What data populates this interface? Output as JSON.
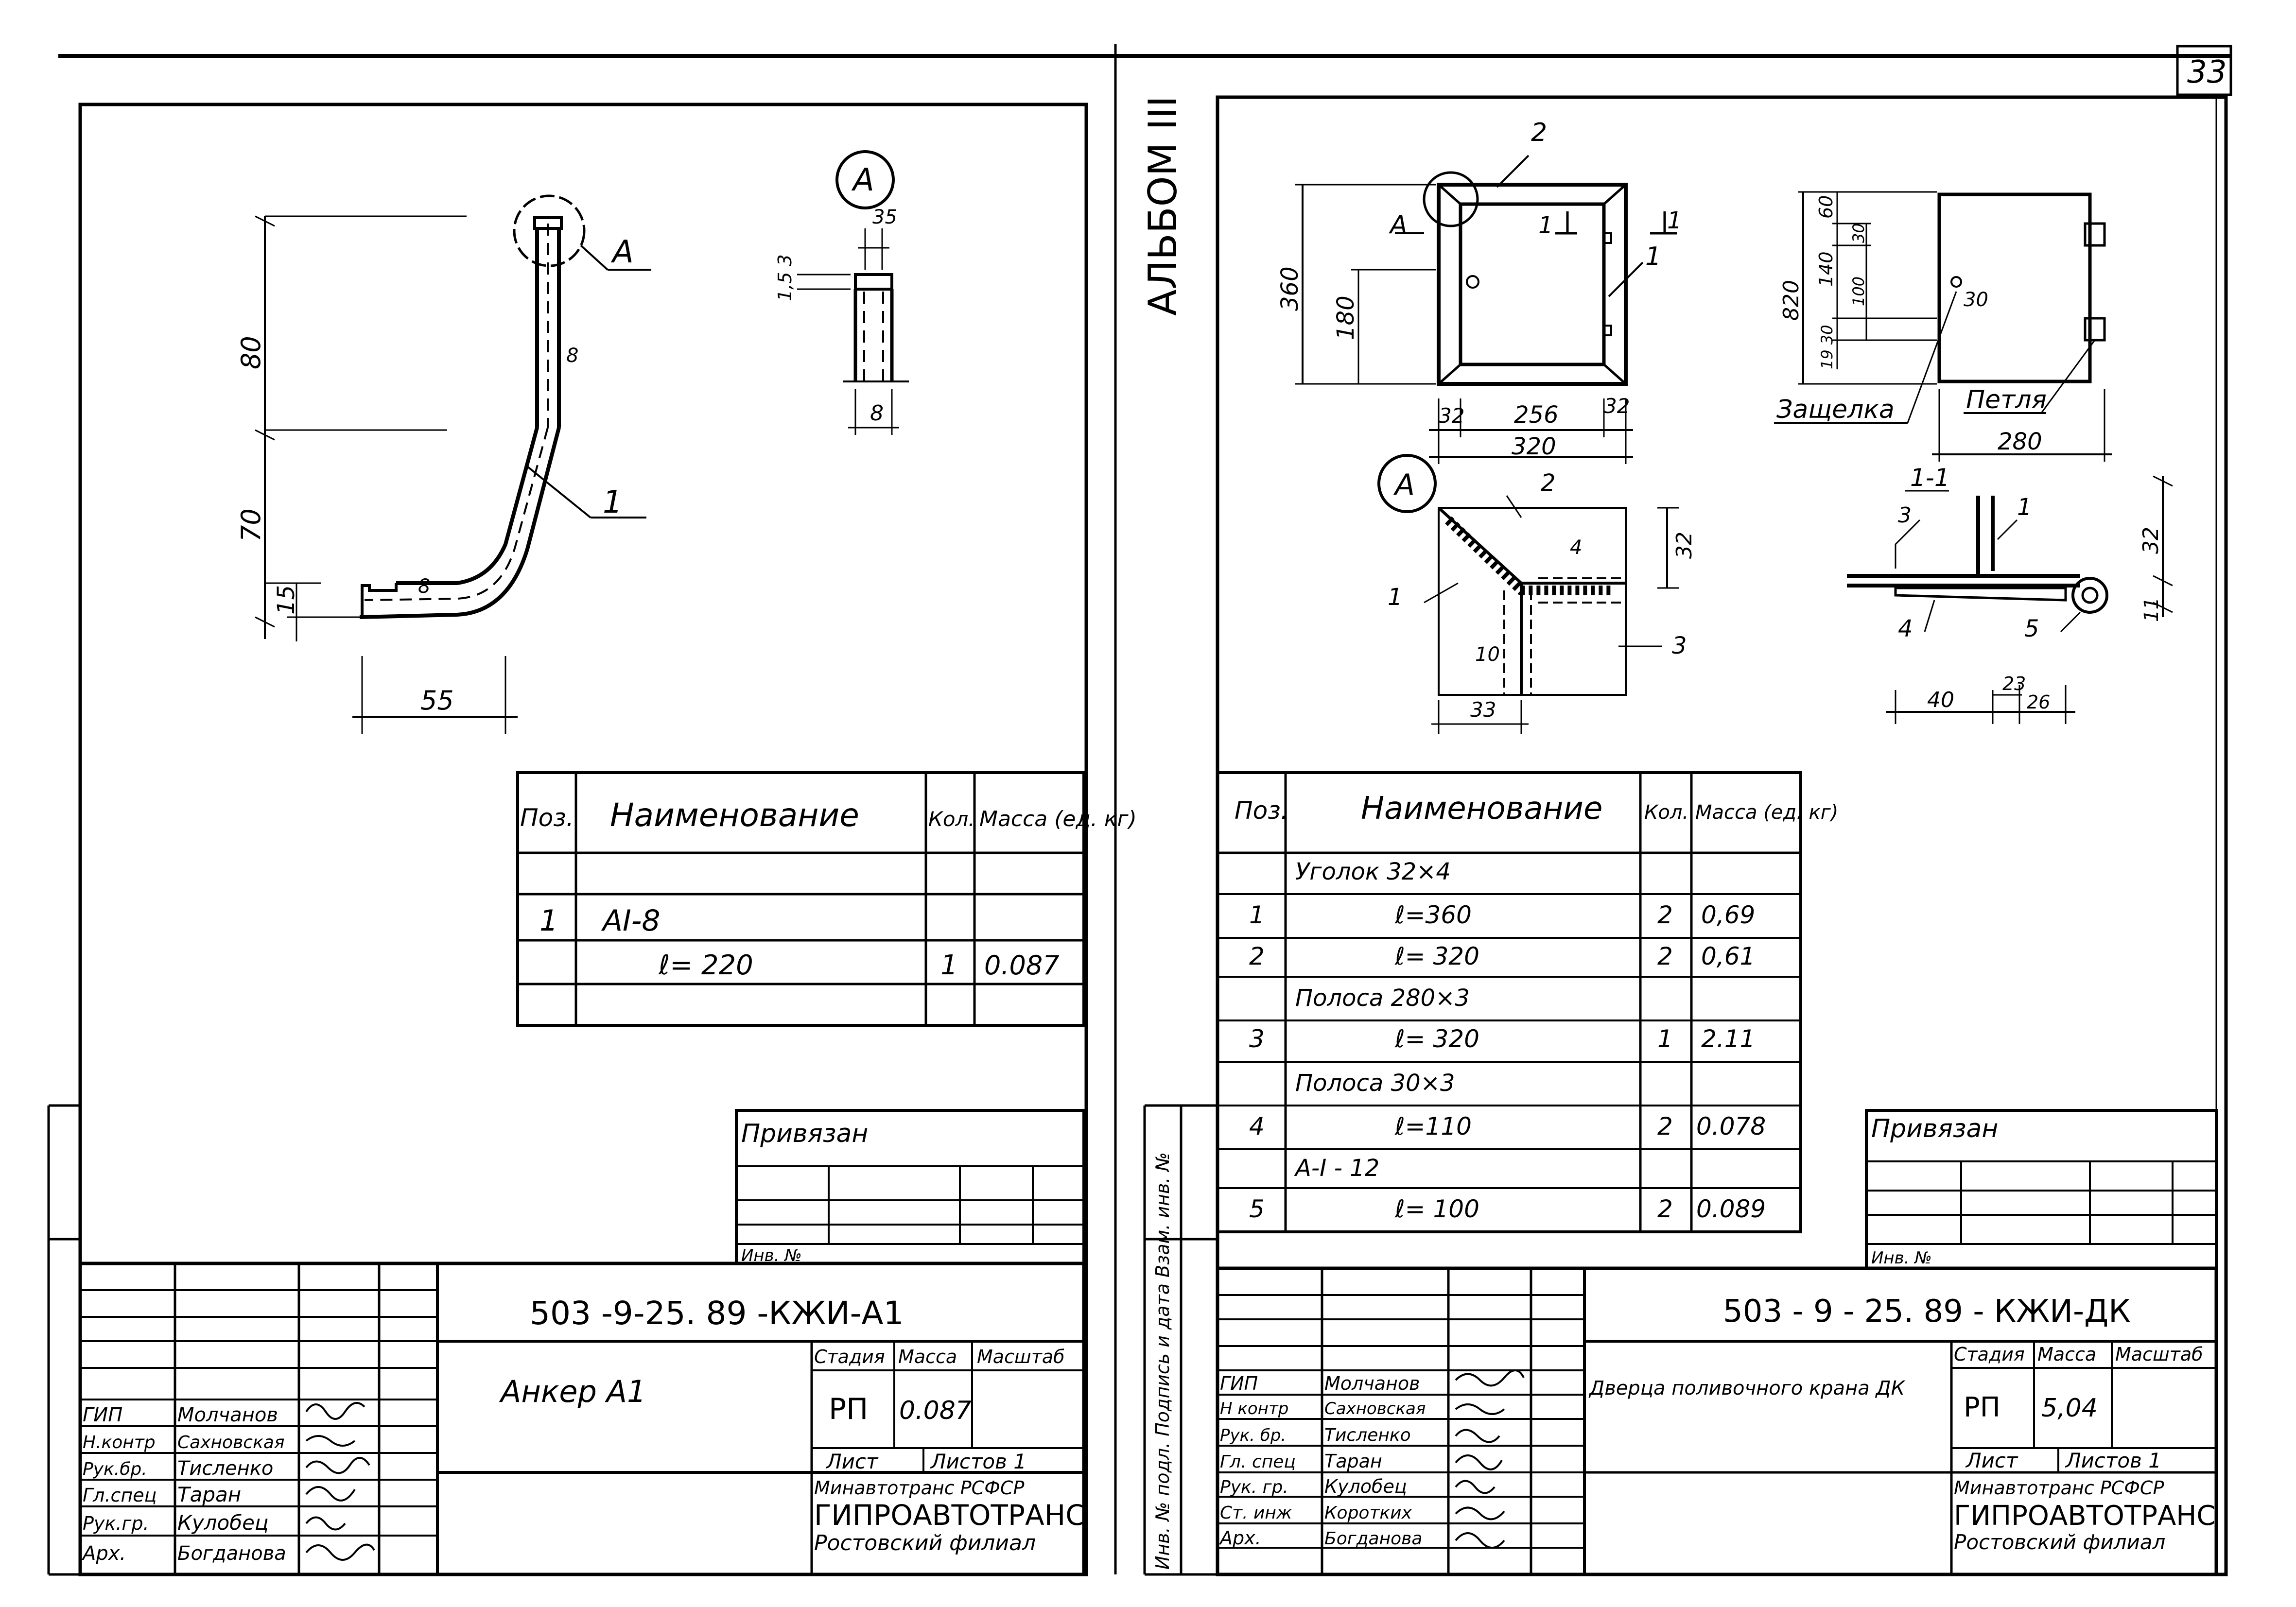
{
  "page_number": "33",
  "album_label": "АЛЬБОМ III",
  "side_label": "Инв. № подл. Подпись и дата Взам. инв. №",
  "left": {
    "drawing": {
      "callout": "A",
      "dims": {
        "d80": "80",
        "d70": "70",
        "d15": "15",
        "d55": "55",
        "d8a": "8",
        "d8b": "8",
        "d35": "35",
        "d153": "1,5 3",
        "d8c": "8"
      },
      "pos_label": "1",
      "detail_label": "A"
    },
    "spec": {
      "headers": {
        "pos": "Поз.",
        "name": "Наименование",
        "qty": "Кол.",
        "mass": "Масса (ед. кг)"
      },
      "rows": [
        {
          "pos": "",
          "name": "",
          "qty": "",
          "mass": ""
        },
        {
          "pos": "1",
          "name": "AI-8",
          "qty": "",
          "mass": ""
        },
        {
          "pos": "",
          "name": "ℓ= 220",
          "qty": "1",
          "mass": "0.087"
        },
        {
          "pos": "",
          "name": "",
          "qty": "",
          "mass": ""
        }
      ]
    },
    "privyazan": "Привязан",
    "inv": "Инв. №",
    "code": "503 -9-25. 89 -КЖИ-А1",
    "title": "Анкер А1",
    "stage_h": "Стадия",
    "mass_h": "Масса",
    "scale_h": "Масштаб",
    "stage": "РП",
    "mass": "0.087",
    "sheet_h": "Лист",
    "sheets_h": "Листов 1",
    "org1": "Минавтотранс РСФСР",
    "org2": "ГИПРОАВТОТРАНС",
    "org3": "Ростовский филиал",
    "roles": [
      {
        "role": "ГИП",
        "name": "Молчанов"
      },
      {
        "role": "Н.контр",
        "name": "Сахновская"
      },
      {
        "role": "Рук.бр.",
        "name": "Тисленко"
      },
      {
        "role": "Гл.спец",
        "name": "Таран"
      },
      {
        "role": "Рук.гр.",
        "name": "Кулобец"
      },
      {
        "role": "Арх.",
        "name": "Богданова"
      }
    ]
  },
  "right": {
    "drawing": {
      "dims": {
        "d360": "360",
        "d180": "180",
        "d32a": "32",
        "d256": "256",
        "d32b": "32",
        "d320": "320",
        "d820": "820",
        "d60": "60",
        "d140": "140",
        "d30": "30",
        "d100": "100",
        "d1930": "19 30",
        "d30b": "30",
        "d280": "280",
        "d32c": "32",
        "d10": "10",
        "d33": "33",
        "d32d": "32",
        "d11": "11",
        "d40": "40",
        "d23": "23",
        "d26": "26",
        "d4": "4"
      },
      "labels": {
        "n2a": "2",
        "nA": "A",
        "n11a": "1",
        "n11b": "1",
        "n1": "1",
        "zashchelka": "Защелка",
        "petlya": "Петля",
        "section": "1-1",
        "n3a": "3",
        "n1b": "1",
        "n2b": "2",
        "n1c": "1",
        "n3b": "3",
        "n4": "4",
        "n5": "5",
        "callout": "A"
      }
    },
    "spec": {
      "headers": {
        "pos": "Поз.",
        "name": "Наименование",
        "qty": "Кол.",
        "mass": "Масса (ед. кг)"
      },
      "rows": [
        {
          "pos": "",
          "name": "Уголок 32×4",
          "qty": "",
          "mass": ""
        },
        {
          "pos": "1",
          "name": "ℓ=360",
          "qty": "2",
          "mass": "0,69"
        },
        {
          "pos": "2",
          "name": "ℓ= 320",
          "qty": "2",
          "mass": "0,61"
        },
        {
          "pos": "",
          "name": "Полоса 280×3",
          "qty": "",
          "mass": ""
        },
        {
          "pos": "3",
          "name": "ℓ= 320",
          "qty": "1",
          "mass": "2.11"
        },
        {
          "pos": "",
          "name": "Полоса 30×3",
          "qty": "",
          "mass": ""
        },
        {
          "pos": "4",
          "name": "ℓ=110",
          "qty": "2",
          "mass": "0.078"
        },
        {
          "pos": "",
          "name": "А-I - 12",
          "qty": "",
          "mass": ""
        },
        {
          "pos": "5",
          "name": "ℓ= 100",
          "qty": "2",
          "mass": "0.089"
        }
      ]
    },
    "privyazan": "Привязан",
    "inv": "Инв. №",
    "code": "503 - 9 - 25. 89 - КЖИ-ДК",
    "title": "Дверца поливочного крана ДК",
    "stage_h": "Стадия",
    "mass_h": "Масса",
    "scale_h": "Масштаб",
    "stage": "РП",
    "mass": "5,04",
    "sheet_h": "Лист",
    "sheets_h": "Листов 1",
    "org1": "Минавтотранс РСФСР",
    "org2": "ГИПРОАВТОТРАНС",
    "org3": "Ростовский филиал",
    "roles": [
      {
        "role": "ГИП",
        "name": "Молчанов"
      },
      {
        "role": "Н контр",
        "name": "Сахновская"
      },
      {
        "role": "Рук. бр.",
        "name": "Тисленко"
      },
      {
        "role": "Гл. спец",
        "name": "Таран"
      },
      {
        "role": "Рук. гр.",
        "name": "Кулобец"
      },
      {
        "role": "Ст. инж",
        "name": "Коротких"
      },
      {
        "role": "Арх.",
        "name": "Богданова"
      }
    ]
  }
}
